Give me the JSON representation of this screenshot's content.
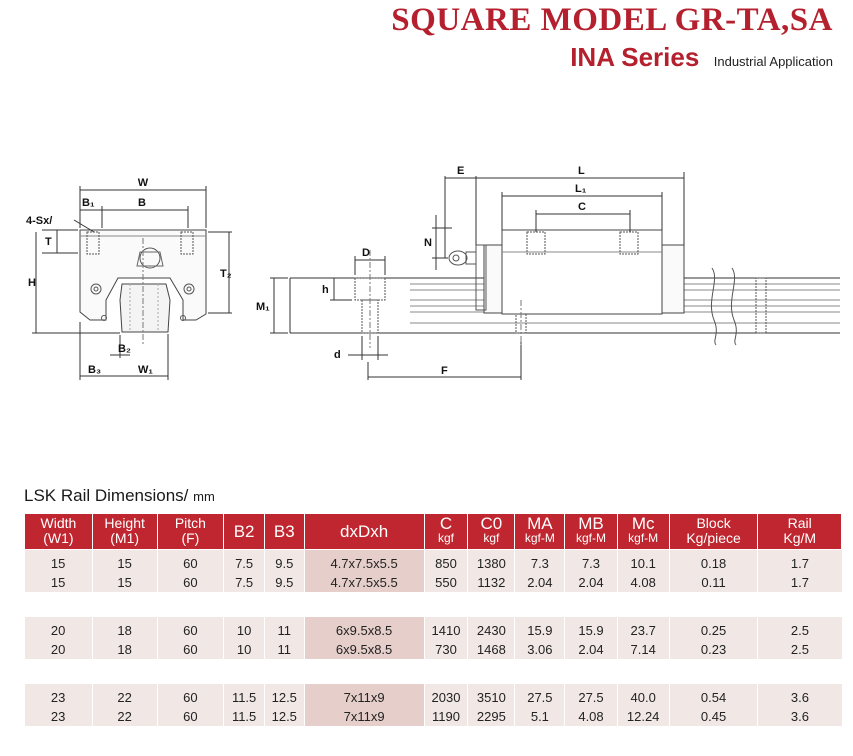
{
  "header": {
    "title": "SQUARE MODEL GR-TA,SA",
    "series": "INA Series",
    "application": "Industrial Application"
  },
  "drawing": {
    "labels": {
      "W": "W",
      "B1": "B₁",
      "B": "B",
      "Sx": "4-Sx/",
      "T": "T",
      "H": "H",
      "T2": "T₂",
      "B2": "B₂",
      "B3": "B₃",
      "W1": "W₁",
      "E": "E",
      "L": "L",
      "L1": "L₁",
      "C": "C",
      "N": "N",
      "D": "D",
      "h": "h",
      "M1": "M₁",
      "d": "d",
      "F": "F"
    }
  },
  "table": {
    "caption": "LSK Rail Dimensions/",
    "unit": "mm",
    "headers": [
      {
        "line1": "Width",
        "line2": "(W1)"
      },
      {
        "line1": "Height",
        "line2": "(M1)"
      },
      {
        "line1": "Pitch",
        "line2": "(F)"
      },
      {
        "line1": "B2",
        "line2": ""
      },
      {
        "line1": "B3",
        "line2": ""
      },
      {
        "line1": "dxDxh",
        "line2": ""
      },
      {
        "line1": "C",
        "line2": "kgf"
      },
      {
        "line1": "C0",
        "line2": "kgf"
      },
      {
        "line1": "MA",
        "line2": "kgf-M"
      },
      {
        "line1": "MB",
        "line2": "kgf-M"
      },
      {
        "line1": "Mc",
        "line2": "kgf-M"
      },
      {
        "line1": "Block",
        "line2": "Kg/piece"
      },
      {
        "line1": "Rail",
        "line2": "Kg/M"
      }
    ],
    "groups": [
      [
        [
          "15",
          "15",
          "60",
          "7.5",
          "9.5",
          "4.7x7.5x5.5",
          "850",
          "1380",
          "7.3",
          "7.3",
          "10.1",
          "0.18",
          "1.7"
        ],
        [
          "15",
          "15",
          "60",
          "7.5",
          "9.5",
          "4.7x7.5x5.5",
          "550",
          "1132",
          "2.04",
          "2.04",
          "4.08",
          "0.11",
          "1.7"
        ]
      ],
      [
        [
          "20",
          "18",
          "60",
          "10",
          "11",
          "6x9.5x8.5",
          "1410",
          "2430",
          "15.9",
          "15.9",
          "23.7",
          "0.25",
          "2.5"
        ],
        [
          "20",
          "18",
          "60",
          "10",
          "11",
          "6x9.5x8.5",
          "730",
          "1468",
          "3.06",
          "2.04",
          "7.14",
          "0.23",
          "2.5"
        ]
      ],
      [
        [
          "23",
          "22",
          "60",
          "11.5",
          "12.5",
          "7x11x9",
          "2030",
          "3510",
          "27.5",
          "27.5",
          "40.0",
          "0.54",
          "3.6"
        ],
        [
          "23",
          "22",
          "60",
          "11.5",
          "12.5",
          "7x11x9",
          "1190",
          "2295",
          "5.1",
          "4.08",
          "12.24",
          "0.45",
          "3.6"
        ]
      ]
    ]
  },
  "colors": {
    "brand": "#b5202e",
    "header_bg": "#c0262f",
    "row_bg": "#f1e8e6"
  }
}
